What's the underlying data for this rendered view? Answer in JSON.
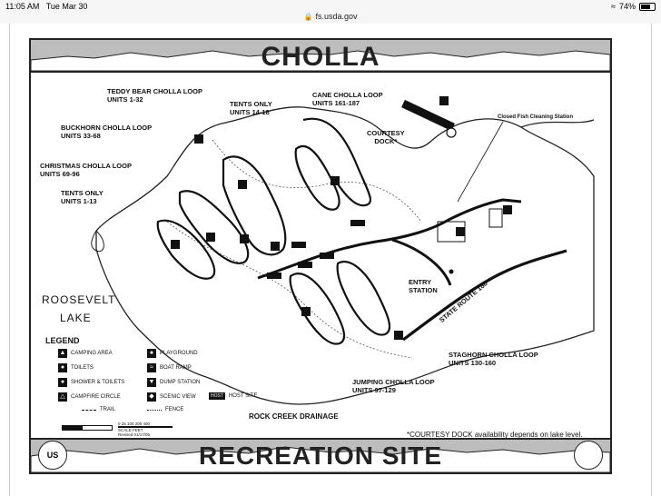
{
  "status_bar": {
    "time": "11:05 AM",
    "date": "Tue Mar 30",
    "url": "fs.usda.gov",
    "battery": "74%",
    "battery_level": 0.74,
    "icons": [
      "lock-icon",
      "wifi-icon",
      "battery-icon"
    ]
  },
  "map": {
    "title": "CHOLLA",
    "footer_title": "RECREATION SITE",
    "labels": {
      "teddy_bear": "TEDDY BEAR CHOLLA LOOP",
      "teddy_bear_units": "UNITS 1-32",
      "tents_14": "TENTS ONLY",
      "tents_14_units": "UNITS 14-18",
      "cane": "CANE CHOLLA LOOP",
      "cane_units": "UNITS 161-187",
      "buckhorn": "BUCKHORN CHOLLA LOOP",
      "buckhorn_units": "UNITS 33-68",
      "courtesy_dock": "COURTESY",
      "courtesy_dock_2": "DOCK*",
      "closed_fish": "Closed Fish Cleaning Station",
      "christmas": "CHRISTMAS CHOLLA LOOP",
      "christmas_units": "UNITS 69-96",
      "tents_1": "TENTS ONLY",
      "tents_1_units": "UNITS 1-13",
      "entry": "ENTRY",
      "entry_2": "STATION",
      "state_route": "STATE ROUTE 188",
      "staghorn": "STAGHORN CHOLLA LOOP",
      "staghorn_units": "UNITS 130-160",
      "jumping": "JUMPING CHOLLA LOOP",
      "jumping_units": "UNITS 97-129",
      "rock_creek": "ROCK CREEK DRAINAGE",
      "courtesy_note": "*COURTESY DOCK availability depends on lake level.",
      "roosevelt": "ROOSEVELT",
      "lake": "LAKE",
      "host": "HOST"
    },
    "legend": {
      "title": "LEGEND",
      "items": [
        {
          "label": "CAMPING AREA",
          "icon": "tent-icon"
        },
        {
          "label": "TOILETS",
          "icon": "toilets-icon"
        },
        {
          "label": "SHOWER & TOILETS",
          "icon": "shower-icon"
        },
        {
          "label": "CAMPFIRE CIRCLE",
          "icon": "campfire-icon"
        },
        {
          "label": "TRAIL",
          "icon": "trail-line"
        },
        {
          "label": "PLAYGROUND",
          "icon": "playground-icon"
        },
        {
          "label": "BOAT RAMP",
          "icon": "boat-ramp-icon"
        },
        {
          "label": "DUMP STATION",
          "icon": "dump-station-icon"
        },
        {
          "label": "SCENIC VIEW",
          "icon": "scenic-view-icon"
        },
        {
          "label": "FENCE",
          "icon": "fence-line"
        },
        {
          "label": "HOST SITE",
          "icon": "host-icon",
          "badge": "HOST"
        }
      ],
      "scale_text": "0   25 100   200   400",
      "scale_label": "SCALE FEET",
      "revised": "Revised 01/17/05",
      "seal_left": "US",
      "seal_right": ""
    }
  }
}
